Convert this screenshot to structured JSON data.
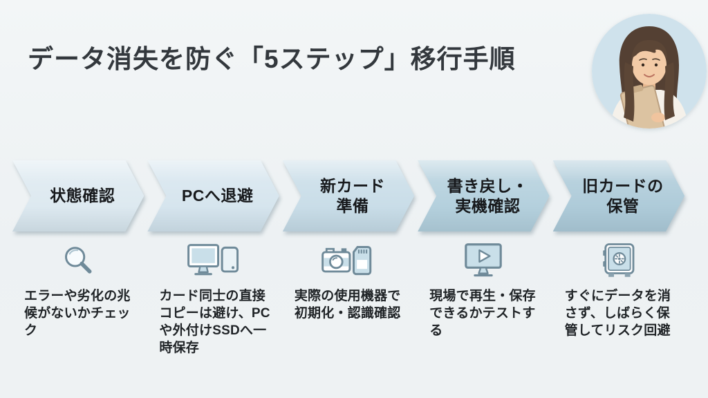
{
  "page": {
    "background_color": "#eff3f4"
  },
  "header": {
    "title": "データ消失を防ぐ「5ステップ」移行手順"
  },
  "avatar": {
    "alt": "presenter-woman-with-clipboard"
  },
  "steps": [
    {
      "label": "状態確認",
      "icon": "magnifier-icon",
      "chevron_color": "#dde9f0",
      "description": "エラーや劣化の兆候がないかチェック"
    },
    {
      "label": "PCへ退避",
      "icon": "pc-and-external-drive-icon",
      "chevron_color": "#d6e5ee",
      "description": "カード同士の直接コピーは避け、PCや外付けSSDへ一時保存"
    },
    {
      "label": "新カード\n準備",
      "icon": "camera-and-sd-card-icon",
      "chevron_color": "#c9dde8",
      "description": "実際の使用機器で初期化・認識確認"
    },
    {
      "label": "書き戻し・\n実機確認",
      "icon": "monitor-play-icon",
      "chevron_color": "#b4d0dd",
      "description": "現場で再生・保存できるかテストする"
    },
    {
      "label": "旧カードの\n保管",
      "icon": "safe-icon",
      "chevron_color": "#aecbd9",
      "description": "すぐにデータを消さず、しばらく保管してリスク回避"
    }
  ]
}
